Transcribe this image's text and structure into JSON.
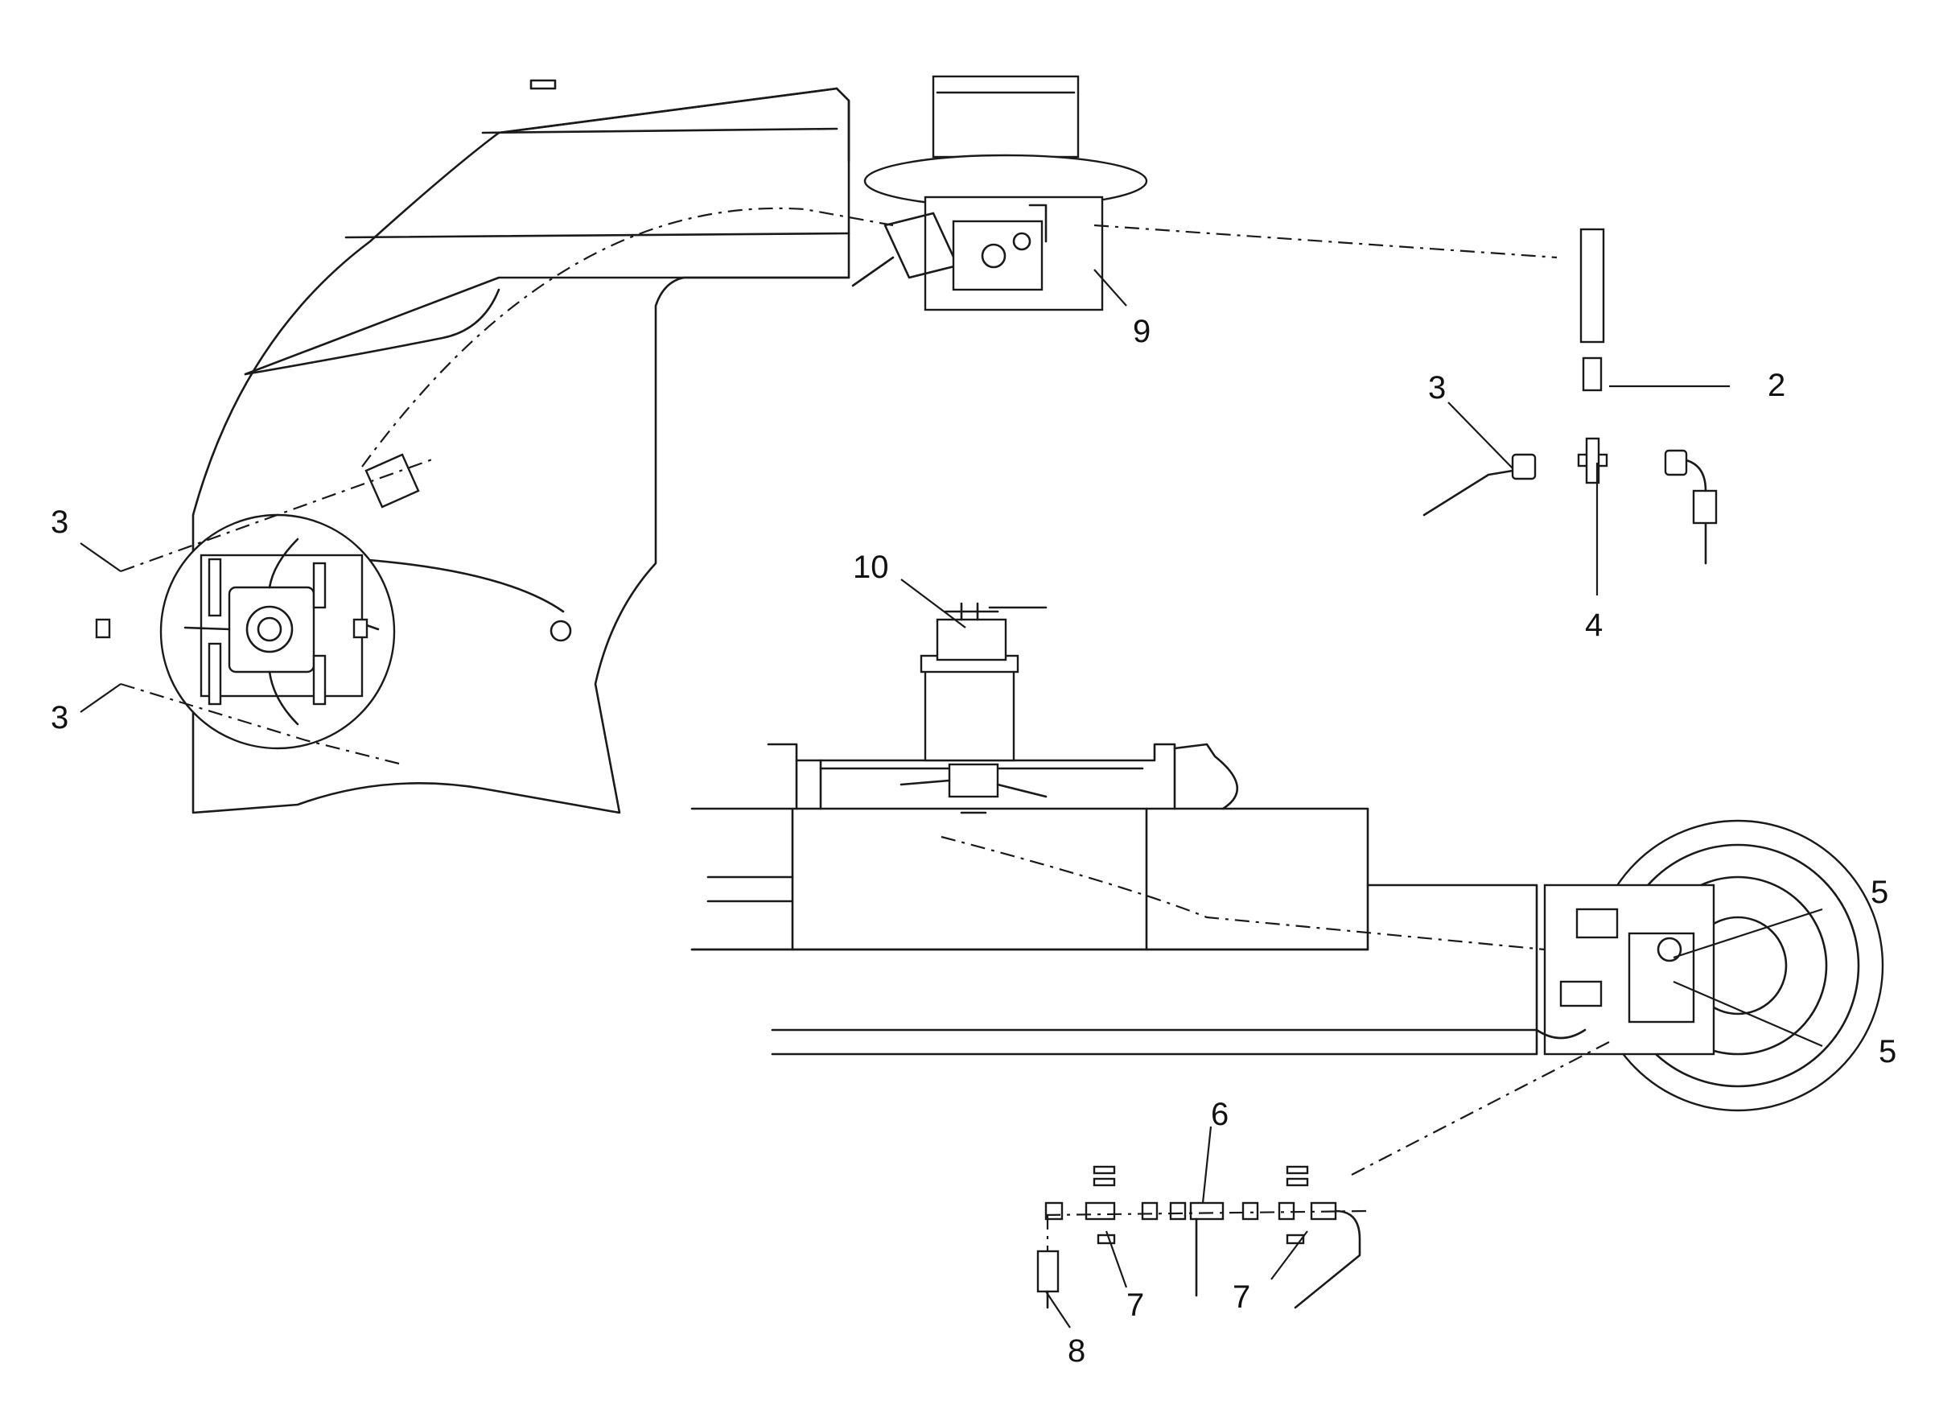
{
  "callouts": [
    {
      "id": "c9",
      "label": "9"
    },
    {
      "id": "c2",
      "label": "2"
    },
    {
      "id": "c3a",
      "label": "3"
    },
    {
      "id": "c4",
      "label": "4"
    },
    {
      "id": "c3b",
      "label": "3"
    },
    {
      "id": "c3c",
      "label": "3"
    },
    {
      "id": "c10",
      "label": "10"
    },
    {
      "id": "c5a",
      "label": "5"
    },
    {
      "id": "c5b",
      "label": "5"
    },
    {
      "id": "c6",
      "label": "6"
    },
    {
      "id": "c7a",
      "label": "7"
    },
    {
      "id": "c7b",
      "label": "7"
    },
    {
      "id": "c8",
      "label": "8"
    }
  ]
}
